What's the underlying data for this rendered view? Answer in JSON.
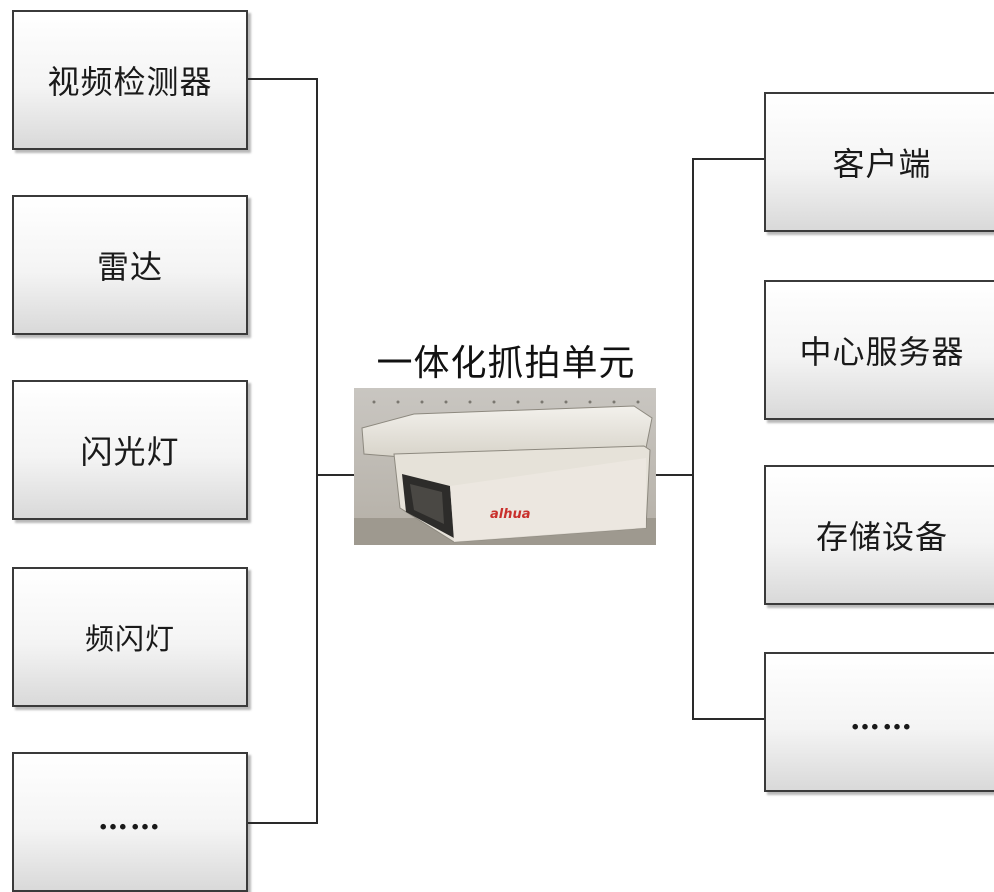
{
  "center": {
    "title": "一体化抓拍单元",
    "photo_brand": "alhua"
  },
  "inputs": [
    {
      "label": "视频检测器"
    },
    {
      "label": "雷达"
    },
    {
      "label": "闪光灯"
    },
    {
      "label": "频闪灯"
    },
    {
      "label": "……"
    }
  ],
  "outputs": [
    {
      "label": "客户端"
    },
    {
      "label": "中心服务器"
    },
    {
      "label": "存储设备"
    },
    {
      "label": "……"
    }
  ],
  "colors": {
    "border": "#3a3a3a",
    "connector": "#2a2a2a",
    "box_gradient_top": "#ffffff",
    "box_gradient_bottom": "#d9d9d9"
  }
}
